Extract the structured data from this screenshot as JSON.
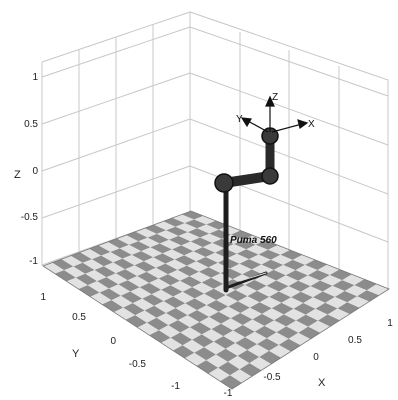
{
  "figure": {
    "robot_name": "Puma 560",
    "frame_labels": {
      "x": "X",
      "y": "Y",
      "z": "Z"
    },
    "axis_titles": {
      "x": "X",
      "y": "Y",
      "z": "Z"
    },
    "colors": {
      "checker_light": "#e2e2e2",
      "checker_dark": "#8c8c8c",
      "grid": "#c8c8c8",
      "robot": "#1e1e1e",
      "robot_joint": "#3a3a3a"
    },
    "floor_squares": 16
  },
  "axes": {
    "z_ticks": [
      "1",
      "0.5",
      "0",
      "-0.5",
      "-1"
    ],
    "y_ticks": [
      "1",
      "0.5",
      "0",
      "-0.5",
      "-1"
    ],
    "x_ticks": [
      "-1",
      "-0.5",
      "0",
      "0.5",
      "1"
    ]
  }
}
